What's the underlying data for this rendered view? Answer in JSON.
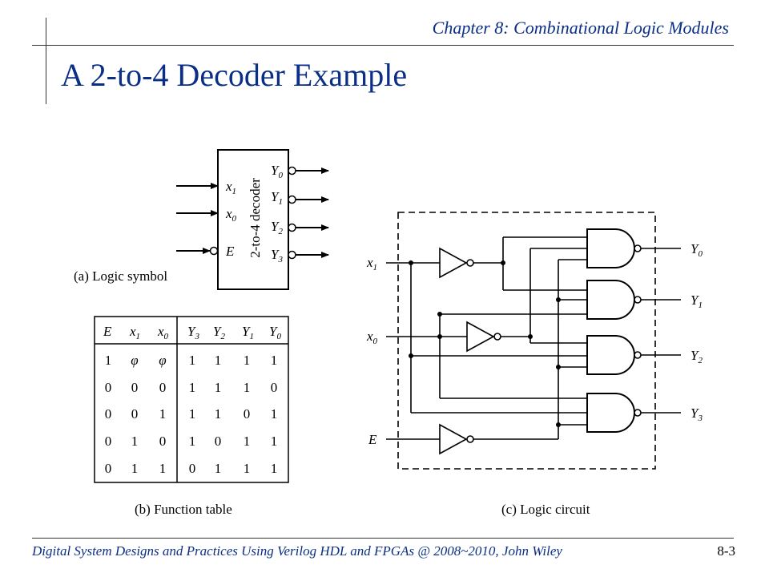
{
  "header": {
    "chapter": "Chapter 8: Combinational Logic Modules",
    "title": "A 2-to-4 Decoder Example"
  },
  "logic_symbol": {
    "caption": "(a) Logic symbol",
    "block_name": "2-to-4 decoder",
    "inputs": [
      {
        "base": "x",
        "sub": "1"
      },
      {
        "base": "x",
        "sub": "0"
      },
      {
        "base": "E",
        "sub": ""
      }
    ],
    "outputs": [
      {
        "base": "Y",
        "sub": "0"
      },
      {
        "base": "Y",
        "sub": "1"
      },
      {
        "base": "Y",
        "sub": "2"
      },
      {
        "base": "Y",
        "sub": "3"
      }
    ]
  },
  "function_table": {
    "caption": "(b) Function table",
    "headers": [
      {
        "base": "E",
        "sub": ""
      },
      {
        "base": "x",
        "sub": "1"
      },
      {
        "base": "x",
        "sub": "0"
      },
      {
        "base": "Y",
        "sub": "3"
      },
      {
        "base": "Y",
        "sub": "2"
      },
      {
        "base": "Y",
        "sub": "1"
      },
      {
        "base": "Y",
        "sub": "0"
      }
    ],
    "rows": [
      [
        "1",
        "φ",
        "φ",
        "1",
        "1",
        "1",
        "1"
      ],
      [
        "0",
        "0",
        "0",
        "1",
        "1",
        "1",
        "0"
      ],
      [
        "0",
        "0",
        "1",
        "1",
        "1",
        "0",
        "1"
      ],
      [
        "0",
        "1",
        "0",
        "1",
        "0",
        "1",
        "1"
      ],
      [
        "0",
        "1",
        "1",
        "0",
        "1",
        "1",
        "1"
      ]
    ]
  },
  "logic_circuit": {
    "caption": "(c) Logic circuit",
    "inputs": [
      {
        "base": "x",
        "sub": "1"
      },
      {
        "base": "x",
        "sub": "0"
      },
      {
        "base": "E",
        "sub": ""
      }
    ],
    "outputs": [
      {
        "base": "Y",
        "sub": "0"
      },
      {
        "base": "Y",
        "sub": "1"
      },
      {
        "base": "Y",
        "sub": "2"
      },
      {
        "base": "Y",
        "sub": "3"
      }
    ]
  },
  "footer": {
    "text": "Digital System Designs and Practices Using Verilog HDL and FPGAs @ 2008~2010, John Wiley",
    "page": "8-3"
  }
}
